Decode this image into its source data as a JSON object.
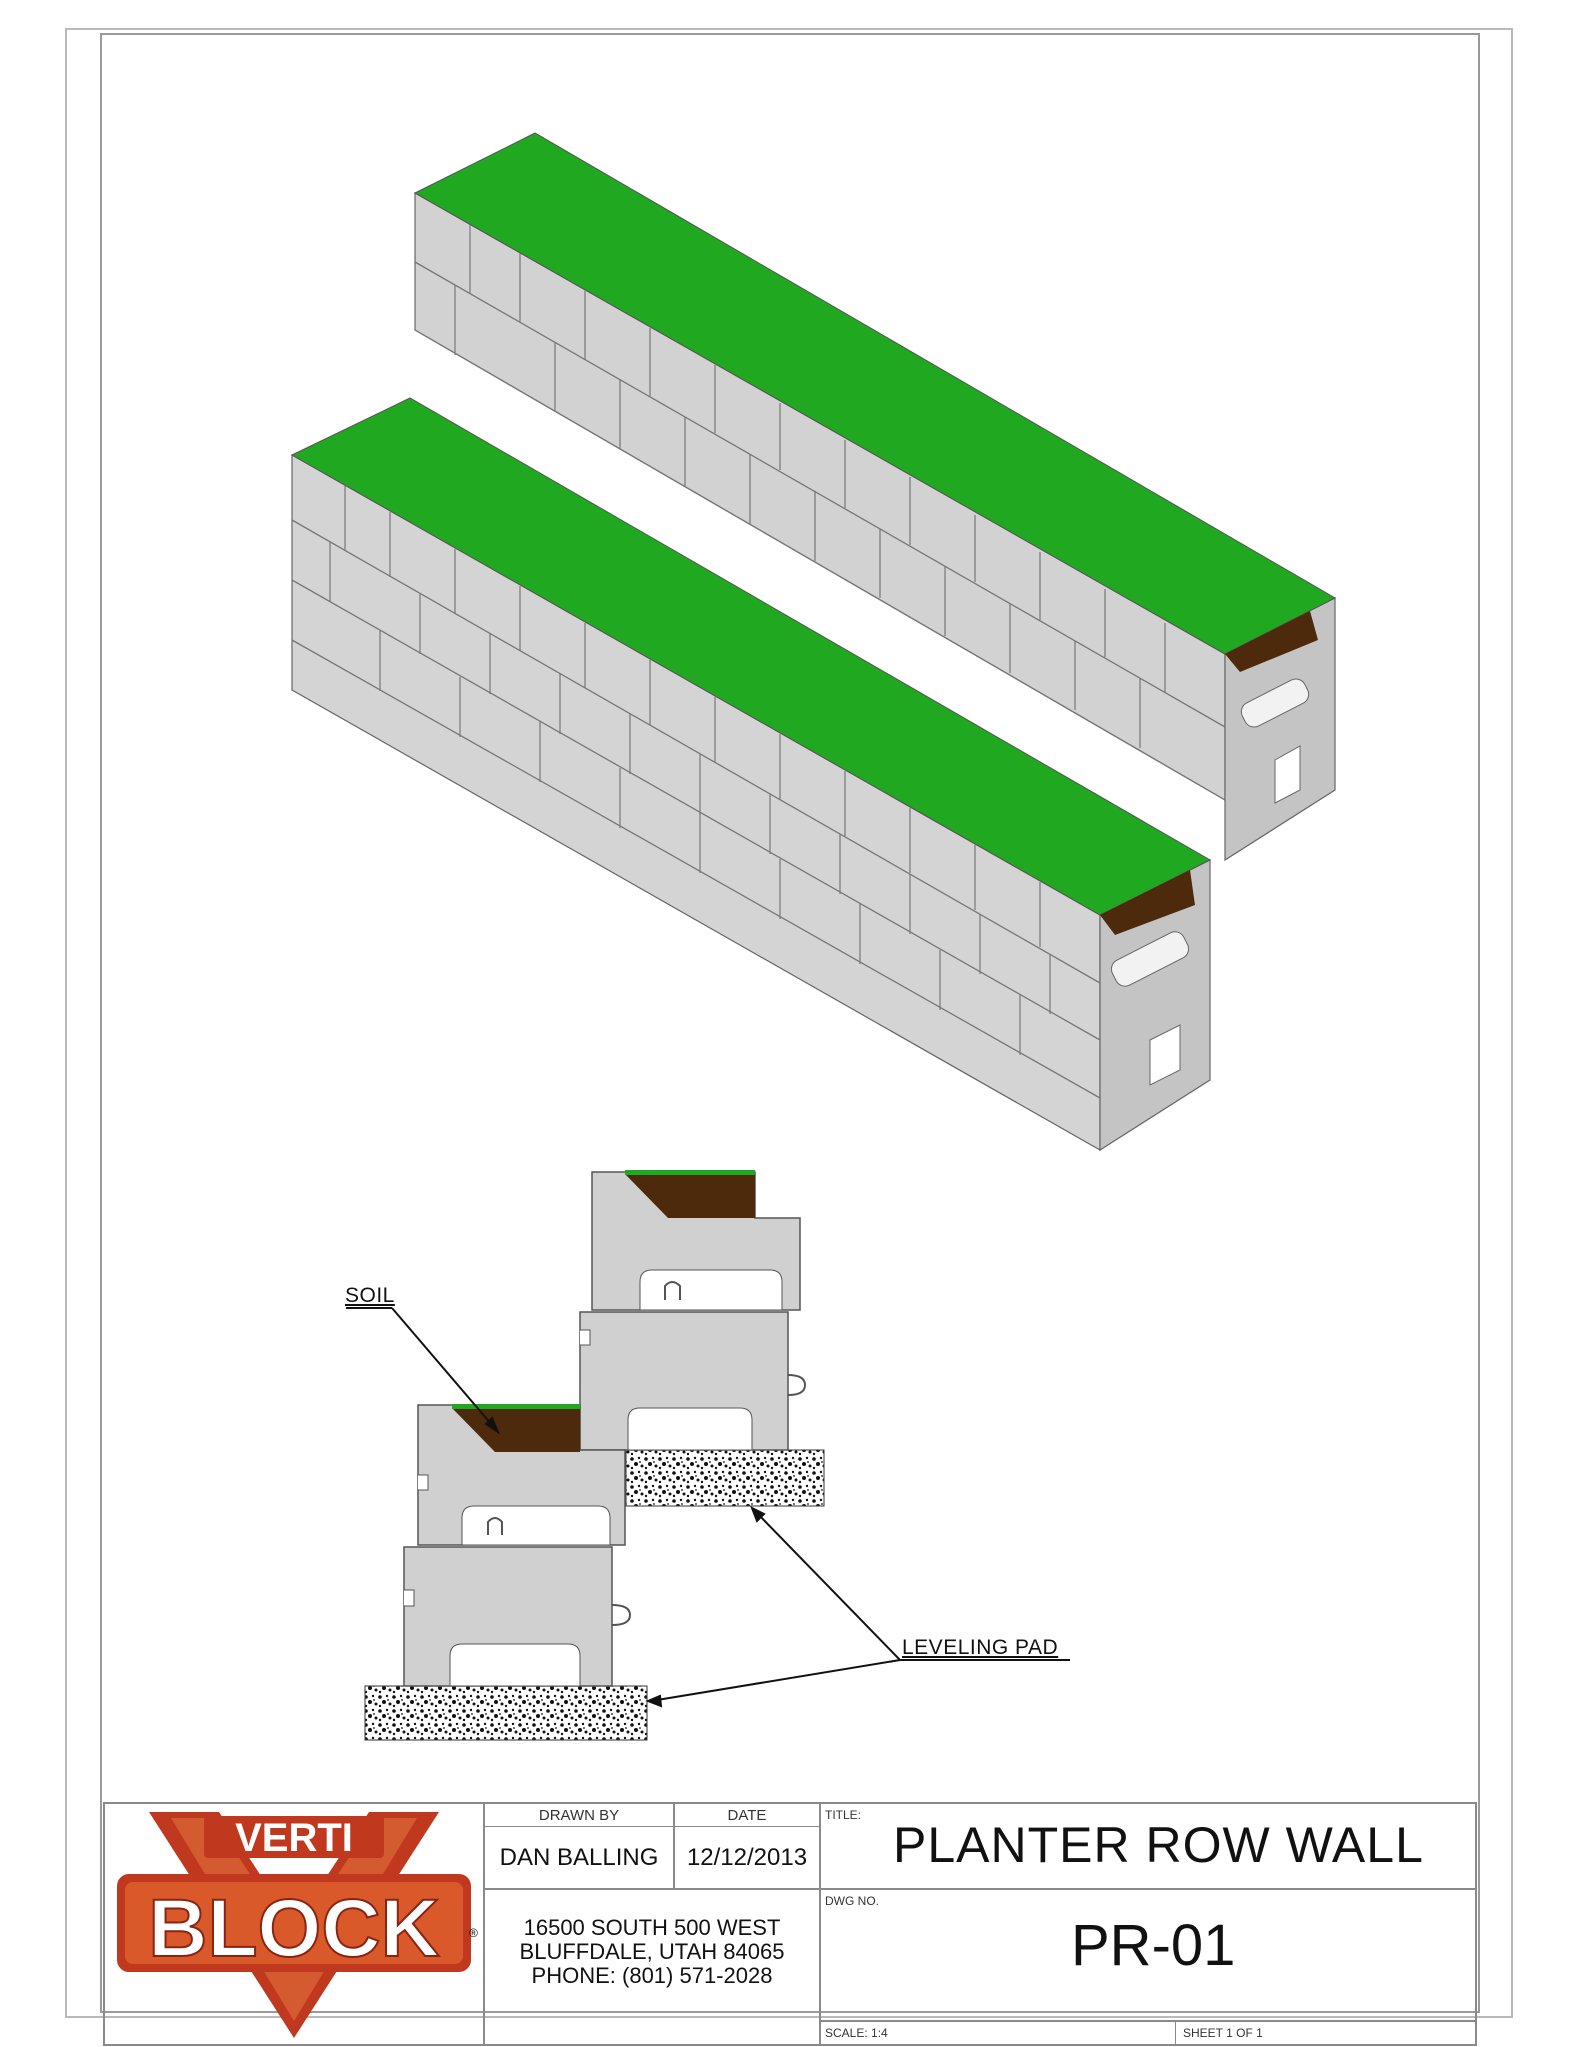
{
  "labels": {
    "soil": "SOIL",
    "leveling_pad": "LEVELING PAD"
  },
  "logo": {
    "line1": "VERTI",
    "line2": "BLOCK",
    "registered": "®"
  },
  "title_block": {
    "drawn_by_caption": "DRAWN BY",
    "drawn_by": "DAN BALLING",
    "date_caption": "DATE",
    "date": "12/12/2013",
    "title_caption": "TITLE:",
    "title": "PLANTER ROW WALL",
    "address_line1": "16500 SOUTH 500 WEST",
    "address_line2": "BLUFFDALE, UTAH 84065",
    "address_line3": "PHONE: (801) 571-2028",
    "dwg_no_caption": "DWG NO.",
    "dwg_no": "PR-01",
    "scale": "SCALE: 1:4",
    "sheet": "SHEET 1 OF 1"
  },
  "colors": {
    "grass": "#21a821",
    "soil": "#4e2a0c",
    "block": "#d0d0d0",
    "block_shadow": "#a9a9a9",
    "logo_red": "#c0391f"
  }
}
